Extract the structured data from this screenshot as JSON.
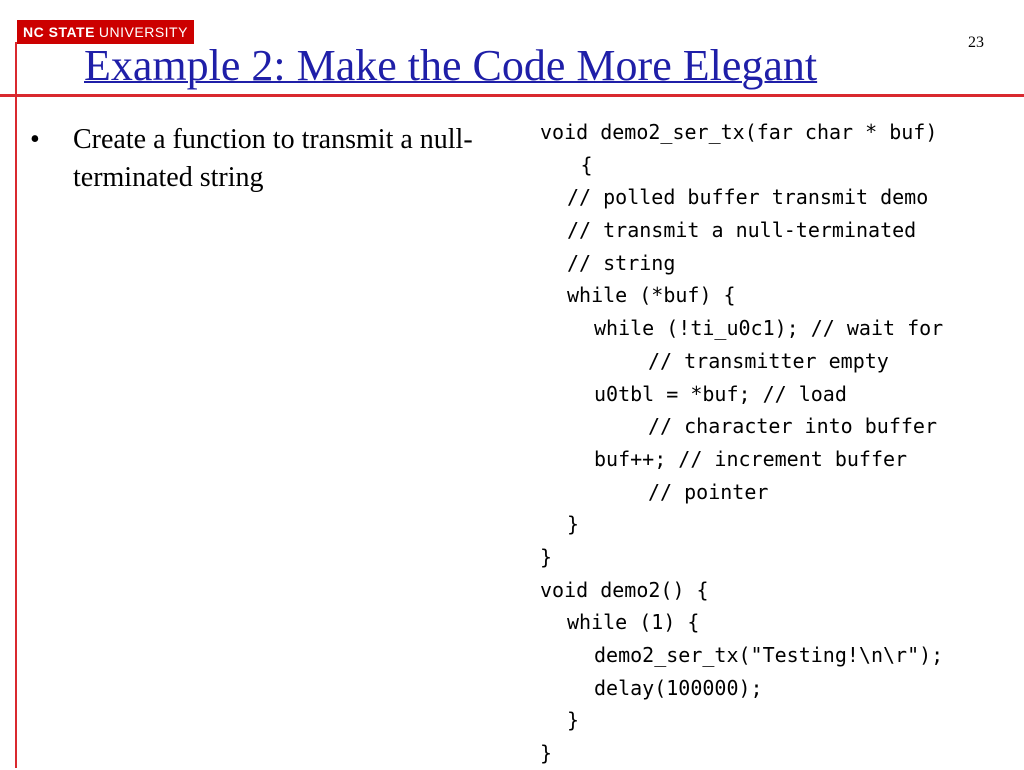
{
  "header": {
    "logo_bold": "NC STATE",
    "logo_text": "UNIVERSITY",
    "slide_number": "23",
    "title": "Example 2: Make the Code More Elegant"
  },
  "bullets": [
    "Create a function to transmit a null-terminated string"
  ],
  "code_lines": [
    {
      "indent": 0,
      "text": "void demo2_ser_tx(far char * buf)"
    },
    {
      "indent": 1.5,
      "text": "{"
    },
    {
      "indent": 1,
      "text": "// polled buffer transmit demo"
    },
    {
      "indent": 1,
      "text": "// transmit a null-terminated"
    },
    {
      "indent": 1,
      "text": "// string"
    },
    {
      "indent": 1,
      "text": "while (*buf) {"
    },
    {
      "indent": 2,
      "text": "while (!ti_u0c1); // wait for"
    },
    {
      "indent": 4,
      "text": "// transmitter empty"
    },
    {
      "indent": 2,
      "text": "u0tbl = *buf; // load"
    },
    {
      "indent": 4,
      "text": "// character into buffer"
    },
    {
      "indent": 2,
      "text": "buf++; // increment buffer"
    },
    {
      "indent": 4,
      "text": "// pointer"
    },
    {
      "indent": 1,
      "text": "}"
    },
    {
      "indent": 0,
      "text": "}"
    },
    {
      "indent": 0,
      "text": "void demo2() {"
    },
    {
      "indent": 1,
      "text": "while (1) {"
    },
    {
      "indent": 2,
      "text": "demo2_ser_tx(\"Testing!\\n\\r\");"
    },
    {
      "indent": 2,
      "text": "delay(100000);"
    },
    {
      "indent": 1,
      "text": "}"
    },
    {
      "indent": 0,
      "text": "}"
    }
  ],
  "colors": {
    "accent_red": "#d9292f",
    "title_blue": "#1f1fa8",
    "logo_red": "#cc0000"
  }
}
